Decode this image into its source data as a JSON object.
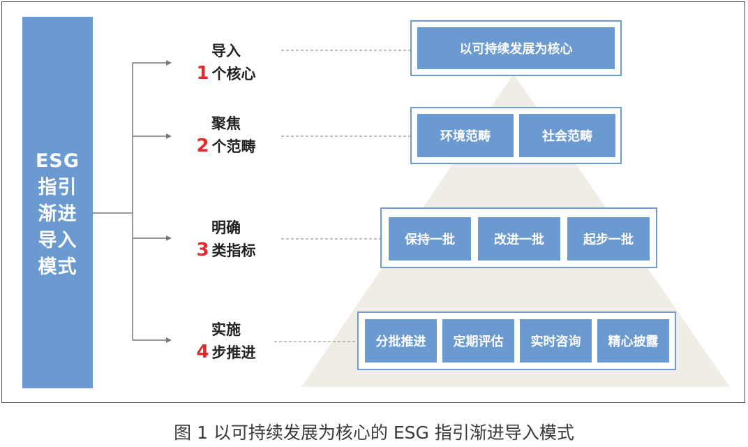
{
  "left_box": {
    "lines": [
      "ESG",
      "指引",
      "渐进",
      "导入",
      "模式"
    ]
  },
  "steps": [
    {
      "title": "导入",
      "num": "1",
      "text": "个核心"
    },
    {
      "title": "聚焦",
      "num": "2",
      "text": "个范畴"
    },
    {
      "title": "明确",
      "num": "3",
      "text": "类指标"
    },
    {
      "title": "实施",
      "num": "4",
      "text": "步推进"
    }
  ],
  "tiers": [
    {
      "cells": [
        "以可持续发展为核心"
      ]
    },
    {
      "cells": [
        "环境范畴",
        "社会范畴"
      ]
    },
    {
      "cells": [
        "保持一批",
        "改进一批",
        "起步一批"
      ]
    },
    {
      "cells": [
        "分批推进",
        "定期评估",
        "实时咨询",
        "精心披露"
      ]
    }
  ],
  "caption": "图 1  以可持续发展为核心的 ESG 指引渐进导入模式",
  "colors": {
    "accent_blue": "#6b9ad1",
    "number_red": "#e2292b",
    "pyramid": "#efede6"
  }
}
